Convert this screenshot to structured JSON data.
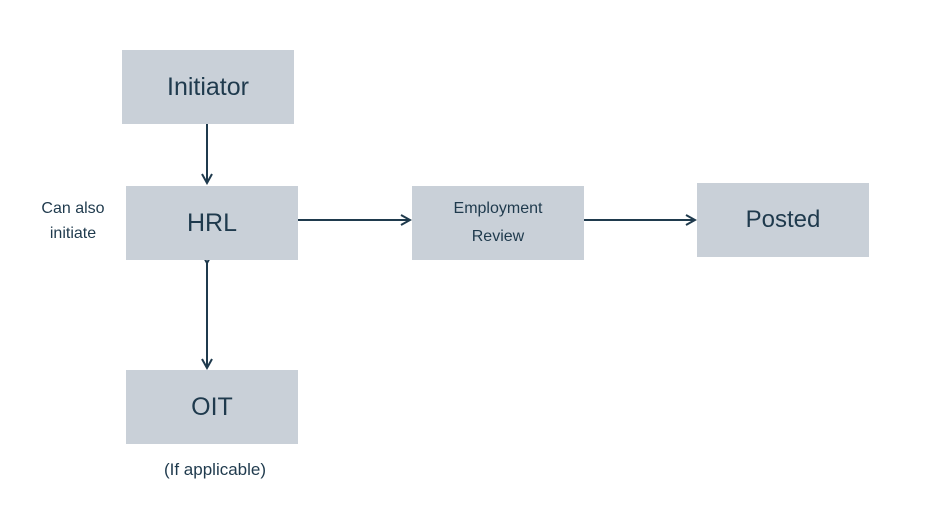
{
  "nodes": {
    "initiator": "Initiator",
    "hrl": "HRL",
    "oit": "OIT",
    "employment_review_line1": "Employment",
    "employment_review_line2": "Review",
    "posted": "Posted"
  },
  "notes": {
    "can_also_line1": "Can also",
    "can_also_line2": "initiate",
    "if_applicable": "(If applicable)"
  },
  "colors": {
    "box_fill": "#c9d0d8",
    "text_and_arrows": "#1f3a4d"
  }
}
